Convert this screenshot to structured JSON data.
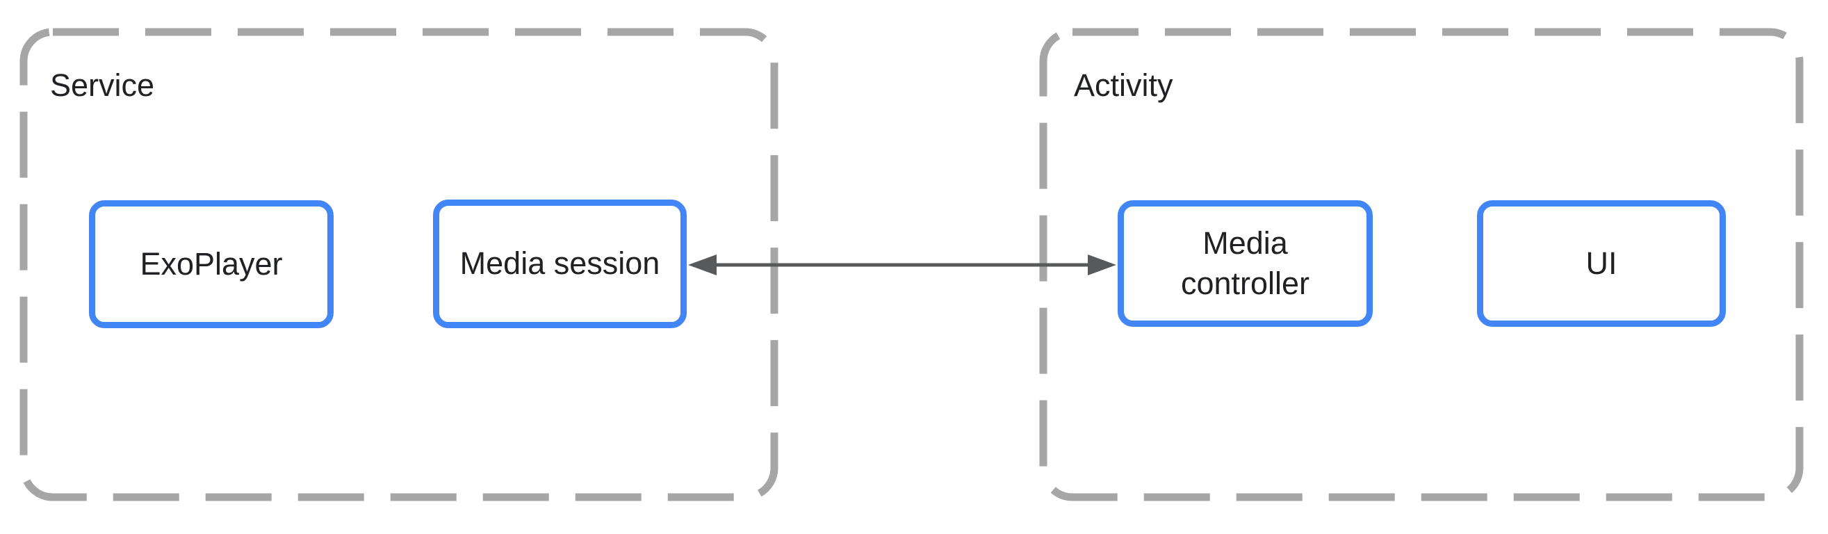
{
  "diagram": {
    "description": "Media app architecture: a Service hosting a player and media session, connected bidirectionally to a media controller and UI in an Activity",
    "containers": [
      {
        "label": "Service",
        "nodes": [
          {
            "label": "ExoPlayer"
          },
          {
            "label": "Media session"
          }
        ]
      },
      {
        "label": "Activity",
        "nodes": [
          {
            "label": "Media controller"
          },
          {
            "label": "UI"
          }
        ]
      }
    ],
    "connections": [
      {
        "from": "Media session",
        "to": "Media controller",
        "direction": "bidirectional",
        "style": "solid-double-headed-arrow"
      }
    ],
    "colors": {
      "node_border": "#4285f4",
      "node_fill": "#ffffff",
      "container_dash": "#a6a6a6",
      "arrow": "#58595b",
      "text": "#202124",
      "background": "#ffffff"
    }
  }
}
